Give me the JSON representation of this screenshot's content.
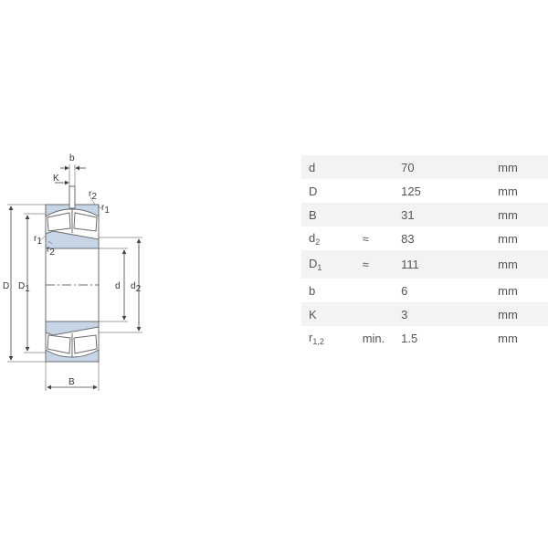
{
  "drawing": {
    "labels": {
      "b": "b",
      "K": "K",
      "r2_top": "r",
      "r2_top_sub": "2",
      "r1_top": "r",
      "r1_top_sub": "1",
      "r1_left": "r",
      "r1_left_sub": "1",
      "r2_left": "r",
      "r2_left_sub": "2",
      "D": "D",
      "D1": "D",
      "D1_sub": "1",
      "d": "d",
      "d2": "d",
      "d2_sub": "2",
      "B": "B"
    },
    "colors": {
      "section_fill": "#c8d5e6",
      "outline": "#6b6b6b",
      "dimension": "#444444"
    }
  },
  "specs": {
    "rows": [
      {
        "sym": "d",
        "sub": "",
        "qual": "",
        "value": "70",
        "unit": "mm"
      },
      {
        "sym": "D",
        "sub": "",
        "qual": "",
        "value": "125",
        "unit": "mm"
      },
      {
        "sym": "B",
        "sub": "",
        "qual": "",
        "value": "31",
        "unit": "mm"
      },
      {
        "sym": "d",
        "sub": "2",
        "qual": "≈",
        "value": "83",
        "unit": "mm"
      },
      {
        "sym": "D",
        "sub": "1",
        "qual": "≈",
        "value": "111",
        "unit": "mm"
      },
      {
        "sym": "b",
        "sub": "",
        "qual": "",
        "value": "6",
        "unit": "mm"
      },
      {
        "sym": "K",
        "sub": "",
        "qual": "",
        "value": "3",
        "unit": "mm"
      },
      {
        "sym": "r",
        "sub": "1,2",
        "qual": "min.",
        "value": "1.5",
        "unit": "mm"
      }
    ]
  }
}
